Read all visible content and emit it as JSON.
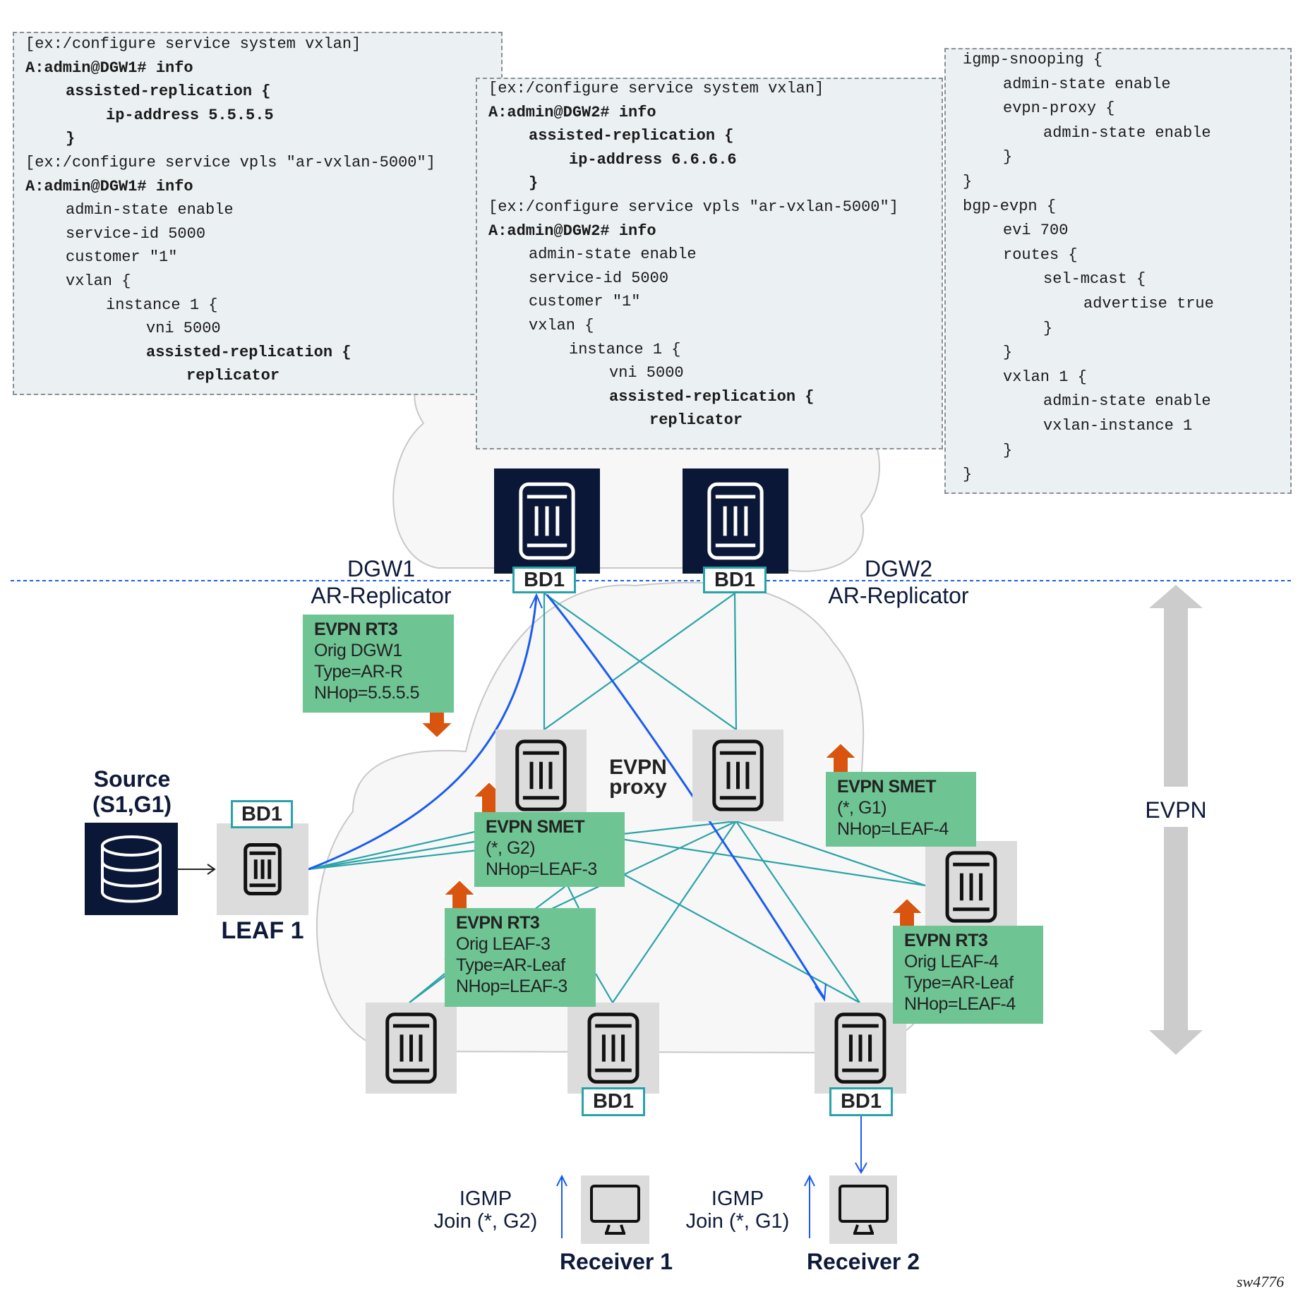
{
  "code_boxes": {
    "dgw1": [
      {
        "text": "[ex:/configure service system vxlan]",
        "bold": false,
        "indent": 0
      },
      {
        "text": "A:admin@DGW1# info",
        "bold": true,
        "indent": 0
      },
      {
        "text": "assisted-replication {",
        "bold": true,
        "indent": 1
      },
      {
        "text": "ip-address 5.5.5.5",
        "bold": true,
        "indent": 2
      },
      {
        "text": "}",
        "bold": true,
        "indent": 1
      },
      {
        "text": "[ex:/configure service vpls \"ar-vxlan-5000\"]",
        "bold": false,
        "indent": 0
      },
      {
        "text": "A:admin@DGW1# info",
        "bold": true,
        "indent": 0
      },
      {
        "text": "admin-state enable",
        "bold": false,
        "indent": 1
      },
      {
        "text": "service-id 5000",
        "bold": false,
        "indent": 1
      },
      {
        "text": "customer \"1\"",
        "bold": false,
        "indent": 1
      },
      {
        "text": "vxlan {",
        "bold": false,
        "indent": 1
      },
      {
        "text": "instance 1 {",
        "bold": false,
        "indent": 2
      },
      {
        "text": "vni 5000",
        "bold": false,
        "indent": 3
      },
      {
        "text": "assisted-replication {",
        "bold": true,
        "indent": 3
      },
      {
        "text": "replicator",
        "bold": true,
        "indent": 4
      }
    ],
    "dgw2": [
      {
        "text": "[ex:/configure service system vxlan]",
        "bold": false,
        "indent": 0
      },
      {
        "text": "A:admin@DGW2# info",
        "bold": true,
        "indent": 0
      },
      {
        "text": "assisted-replication {",
        "bold": true,
        "indent": 1
      },
      {
        "text": "ip-address 6.6.6.6",
        "bold": true,
        "indent": 2
      },
      {
        "text": "}",
        "bold": true,
        "indent": 1
      },
      {
        "text": "[ex:/configure service vpls \"ar-vxlan-5000\"]",
        "bold": false,
        "indent": 0
      },
      {
        "text": "A:admin@DGW2# info",
        "bold": true,
        "indent": 0
      },
      {
        "text": "admin-state enable",
        "bold": false,
        "indent": 1
      },
      {
        "text": "service-id 5000",
        "bold": false,
        "indent": 1
      },
      {
        "text": "customer \"1\"",
        "bold": false,
        "indent": 1
      },
      {
        "text": "vxlan {",
        "bold": false,
        "indent": 1
      },
      {
        "text": "instance 1 {",
        "bold": false,
        "indent": 2
      },
      {
        "text": "vni 5000",
        "bold": false,
        "indent": 3
      },
      {
        "text": "assisted-replication {",
        "bold": true,
        "indent": 3
      },
      {
        "text": "replicator",
        "bold": true,
        "indent": 4
      }
    ],
    "igmp": [
      {
        "text": "igmp-snooping {",
        "bold": false,
        "indent": 0
      },
      {
        "text": "admin-state enable",
        "bold": false,
        "indent": 1
      },
      {
        "text": "evpn-proxy {",
        "bold": false,
        "indent": 1
      },
      {
        "text": "admin-state enable",
        "bold": false,
        "indent": 2
      },
      {
        "text": "}",
        "bold": false,
        "indent": 1
      },
      {
        "text": "}",
        "bold": false,
        "indent": 0
      },
      {
        "text": "bgp-evpn {",
        "bold": false,
        "indent": 0
      },
      {
        "text": "evi 700",
        "bold": false,
        "indent": 1
      },
      {
        "text": "routes {",
        "bold": false,
        "indent": 1
      },
      {
        "text": "sel-mcast {",
        "bold": false,
        "indent": 2
      },
      {
        "text": "advertise true",
        "bold": false,
        "indent": 3
      },
      {
        "text": "}",
        "bold": false,
        "indent": 2
      },
      {
        "text": "}",
        "bold": false,
        "indent": 1
      },
      {
        "text": "vxlan 1 {",
        "bold": false,
        "indent": 1
      },
      {
        "text": "admin-state enable",
        "bold": false,
        "indent": 2
      },
      {
        "text": "vxlan-instance 1",
        "bold": false,
        "indent": 2
      },
      {
        "text": "}",
        "bold": false,
        "indent": 1
      },
      {
        "text": "}",
        "bold": false,
        "indent": 0
      }
    ]
  },
  "labels": {
    "dgw1_name": "DGW1",
    "dgw1_role": "AR-Replicator",
    "dgw2_name": "DGW2",
    "dgw2_role": "AR-Replicator",
    "bd": "BD1",
    "evpn_proxy_line1": "EVPN",
    "evpn_proxy_line2": "proxy",
    "source_line1": "Source",
    "source_line2": "(S1,G1)",
    "leaf1": "LEAF 1",
    "evpn_side": "EVPN",
    "igmp1_line1": "IGMP",
    "igmp1_line2": "Join (*, G2)",
    "igmp2_line1": "IGMP",
    "igmp2_line2": "Join (*, G1)",
    "receiver1": "Receiver 1",
    "receiver2": "Receiver 2",
    "figure_id": "sw4776"
  },
  "route_boxes": {
    "rt3_dgw1": {
      "title": "EVPN RT3",
      "lines": [
        "Orig DGW1",
        "Type=AR-R",
        "NHop=5.5.5.5"
      ]
    },
    "smet_g2": {
      "title": "EVPN SMET",
      "lines": [
        "(*, G2)",
        "NHop=LEAF-3"
      ]
    },
    "rt3_leaf3": {
      "title": "EVPN RT3",
      "lines": [
        "Orig LEAF-3",
        "Type=AR-Leaf",
        "NHop=LEAF-3"
      ]
    },
    "smet_g1": {
      "title": "EVPN SMET",
      "lines": [
        "(*, G1)",
        "NHop=LEAF-4"
      ]
    },
    "rt3_leaf4": {
      "title": "EVPN RT3",
      "lines": [
        "Orig LEAF-4",
        "Type=AR-Leaf",
        "NHop=LEAF-4"
      ]
    }
  },
  "colors": {
    "route_box": "#6fc494",
    "advert_arrow": "#d9540f",
    "flow_arrow": "#1a5cf0",
    "link": "#2aa3a8",
    "dgw_node": "#0b1736",
    "leaf_node": "#dcdcdc",
    "code_bg": "#ebf0f3"
  }
}
